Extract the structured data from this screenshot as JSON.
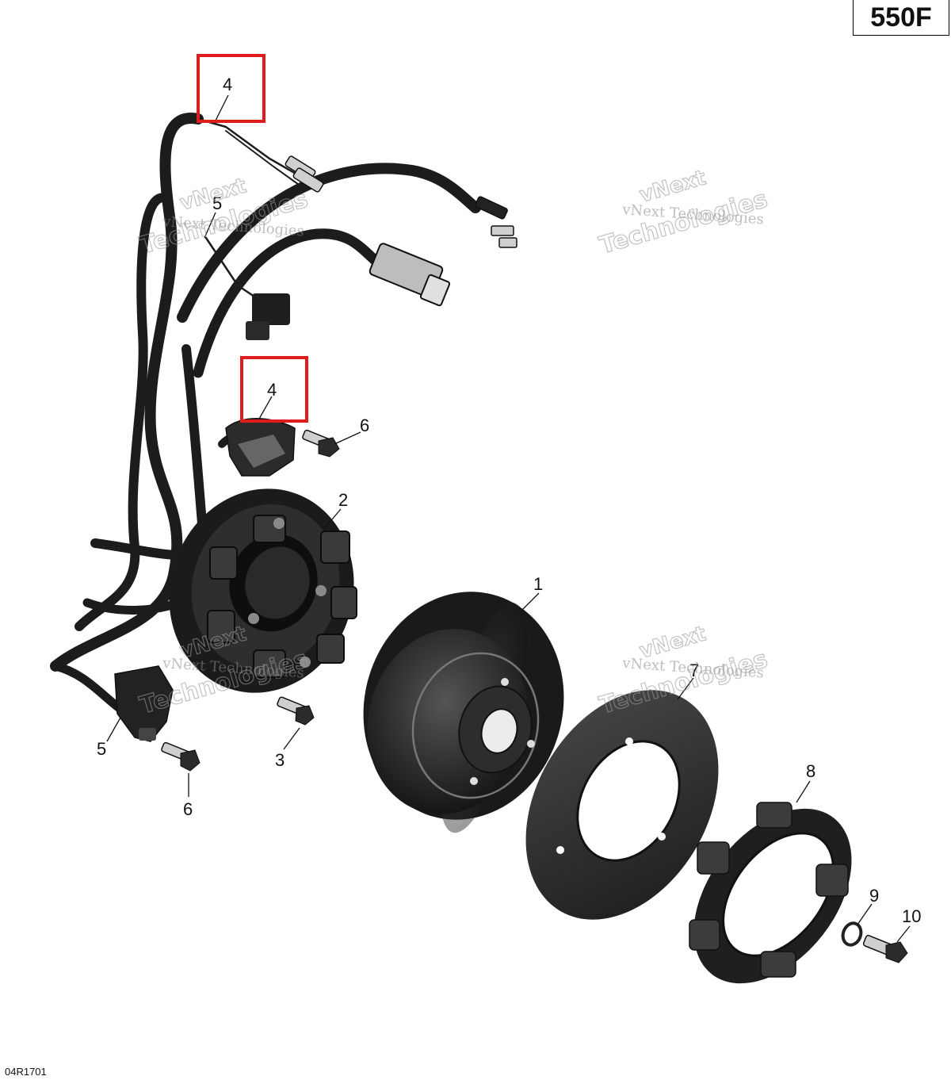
{
  "model_label": "550F",
  "drawing_id": "04R1701",
  "callouts": [
    {
      "id": "c4a",
      "text": "4",
      "highlighted": true
    },
    {
      "id": "c5a",
      "text": "5"
    },
    {
      "id": "c4b",
      "text": "4",
      "highlighted": true
    },
    {
      "id": "c6a",
      "text": "6"
    },
    {
      "id": "c2",
      "text": "2"
    },
    {
      "id": "c1",
      "text": "1"
    },
    {
      "id": "c7",
      "text": "7"
    },
    {
      "id": "c5b",
      "text": "5"
    },
    {
      "id": "c3",
      "text": "3"
    },
    {
      "id": "c6b",
      "text": "6"
    },
    {
      "id": "c8",
      "text": "8"
    },
    {
      "id": "c9",
      "text": "9"
    },
    {
      "id": "c10",
      "text": "10"
    }
  ],
  "watermark": {
    "line1": "vNext Technologies",
    "line2": "vNext",
    "line3": "Technologies"
  },
  "colors": {
    "highlight": "#e01b1b",
    "part_dark": "#222222",
    "background": "#ffffff"
  }
}
